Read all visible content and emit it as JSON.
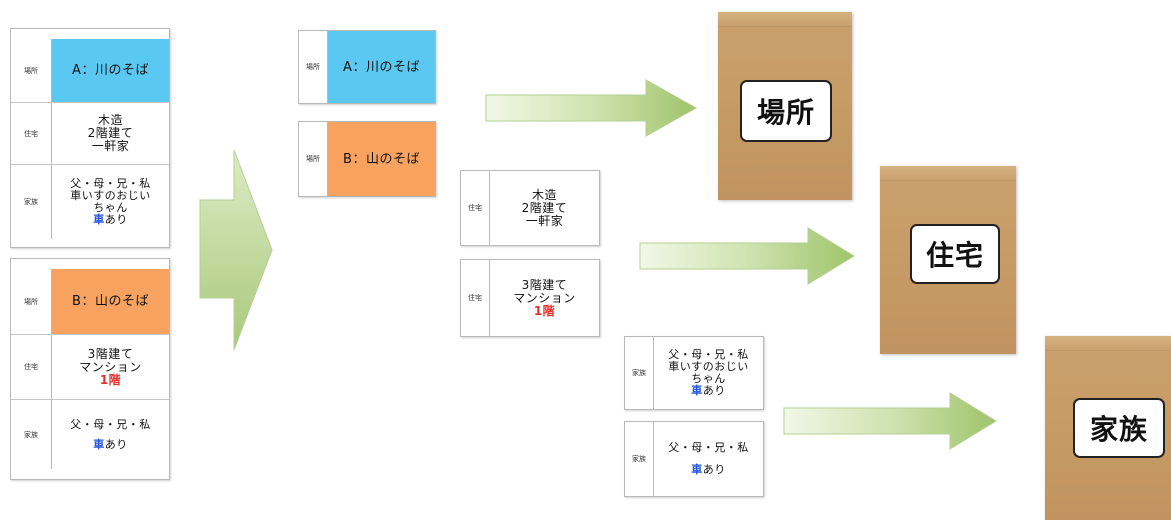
{
  "labels": {
    "place": "場所",
    "house": "住宅",
    "family": "家族"
  },
  "card_a": {
    "place": "A：川のそば",
    "house_lines": [
      "木造",
      "2階建て",
      "一軒家"
    ],
    "family_lines": [
      "父・母・兄・私",
      "車いすのおじい",
      "ちゃん"
    ],
    "family_car": "車",
    "family_car_rest": "あり"
  },
  "card_b": {
    "place": "B：山のそば",
    "house_lines": [
      "3階建て",
      "マンション"
    ],
    "house_floor": "1階",
    "family_lines": [
      "父・母・兄・私"
    ],
    "family_car": "車",
    "family_car_rest": "あり"
  },
  "envelopes": [
    {
      "label": "場所"
    },
    {
      "label": "住宅"
    },
    {
      "label": "家族"
    }
  ],
  "colors": {
    "place_a": "#5bc8f2",
    "place_b": "#f7a25e",
    "arrow": "#cfe3b0",
    "envelope": "#c79b65"
  }
}
